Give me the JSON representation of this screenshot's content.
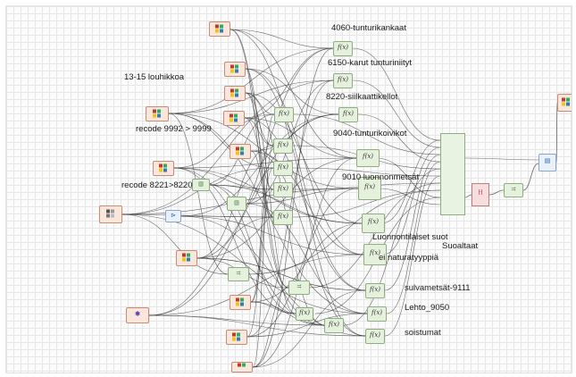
{
  "diagram": {
    "labels": {
      "l4060": "4060-tunturikankaat",
      "l6150": "6150-karut tunturiniityt",
      "l1315": "13-15 louhikkoa",
      "l8220": "8220-siilkaattikellot",
      "lrec9992": "recode 9992 > 9999",
      "l9040": "9040-tunturikoivikot",
      "l9010": "9010 luonnonmetsät",
      "lrec8221": "recode 8221>8220",
      "lluon": "Luonnontilaiset suot",
      "lsuo": "Suoaltaat",
      "lei": "ei naturatyyppiä",
      "lsulva": "sulvametsät-9111",
      "llehto": "Lehto_9050",
      "lsoistumat": "soistumat"
    },
    "calc_glyph": "f(x)",
    "icons": {
      "raster": "raster-icon",
      "filter": "filter-icon",
      "tool": "tool-icon",
      "merge": "merge-icon",
      "function": "function-icon"
    },
    "colors": {
      "source": "#fbe6dc",
      "calculator": "#e6f1dd",
      "tool": "#e8f0fa",
      "hub": "#f6dede",
      "wire": "#2b2b2b"
    }
  }
}
